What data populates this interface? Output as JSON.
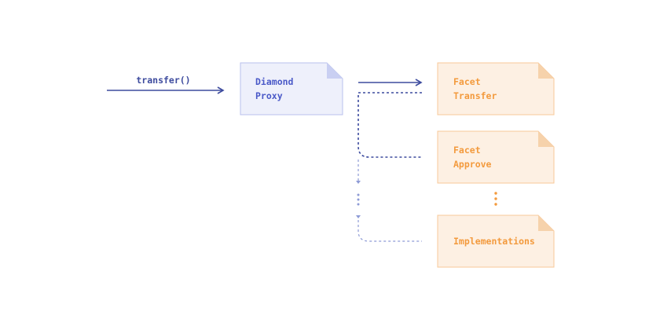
{
  "call": {
    "label": "transfer()"
  },
  "proxy": {
    "line1": "Diamond",
    "line2": "Proxy"
  },
  "facets": [
    {
      "line1": "Facet",
      "line2": "Transfer"
    },
    {
      "line1": "Facet",
      "line2": "Approve"
    }
  ],
  "implementations": {
    "label": "Implementations"
  },
  "colors": {
    "blue": "#3d4b9e",
    "blue_light": "#8e9bd6",
    "proxy_fill": "#eef0fb",
    "proxy_border": "#b9c1ec",
    "proxy_text": "#4a59c8",
    "facet_fill": "#fdf0e3",
    "facet_border": "#f8c898",
    "facet_fold": "#f6d2ab",
    "facet_text": "#f39a3d"
  }
}
